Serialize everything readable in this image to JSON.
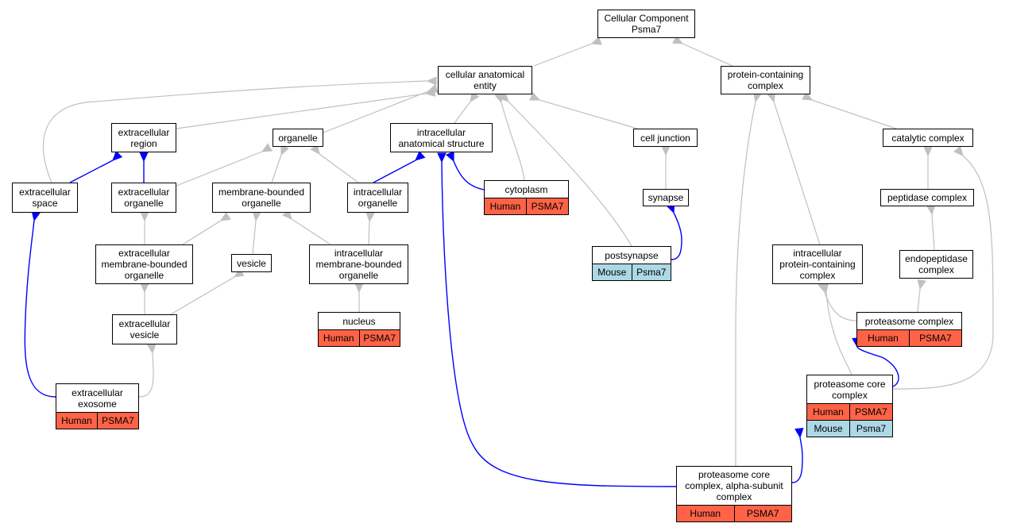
{
  "diagram": {
    "nodes": [
      {
        "id": "root",
        "label": "Cellular Component\nPsma7",
        "ann": []
      },
      {
        "id": "cae",
        "label": "cellular anatomical\nentity",
        "ann": []
      },
      {
        "id": "pcc",
        "label": "protein-containing\ncomplex",
        "ann": []
      },
      {
        "id": "er",
        "label": "extracellular\nregion",
        "ann": []
      },
      {
        "id": "org",
        "label": "organelle",
        "ann": []
      },
      {
        "id": "ias",
        "label": "intracellular\nanatomical structure",
        "ann": []
      },
      {
        "id": "cj",
        "label": "cell junction",
        "ann": []
      },
      {
        "id": "cc",
        "label": "catalytic complex",
        "ann": []
      },
      {
        "id": "es",
        "label": "extracellular\nspace",
        "ann": []
      },
      {
        "id": "eo",
        "label": "extracellular\norganelle",
        "ann": []
      },
      {
        "id": "mbo",
        "label": "membrane-bounded\norganelle",
        "ann": []
      },
      {
        "id": "io",
        "label": "intracellular\norganelle",
        "ann": []
      },
      {
        "id": "cyto",
        "label": "cytoplasm",
        "ann": [
          [
            "Human",
            "PSMA7"
          ]
        ]
      },
      {
        "id": "syn",
        "label": "synapse",
        "ann": []
      },
      {
        "id": "pepc",
        "label": "peptidase complex",
        "ann": []
      },
      {
        "id": "embo",
        "label": "extracellular\nmembrane-bounded\norganelle",
        "ann": []
      },
      {
        "id": "ves",
        "label": "vesicle",
        "ann": []
      },
      {
        "id": "imbo",
        "label": "intracellular\nmembrane-bounded\norganelle",
        "ann": []
      },
      {
        "id": "post",
        "label": "postsynapse",
        "ann": [
          [
            "Mouse",
            "Psma7"
          ]
        ]
      },
      {
        "id": "ipcc",
        "label": "intracellular\nprotein-containing\ncomplex",
        "ann": []
      },
      {
        "id": "endo",
        "label": "endopeptidase\ncomplex",
        "ann": []
      },
      {
        "id": "ev",
        "label": "extracellular\nvesicle",
        "ann": []
      },
      {
        "id": "nuc",
        "label": "nucleus",
        "ann": [
          [
            "Human",
            "PSMA7"
          ]
        ]
      },
      {
        "id": "prot",
        "label": "proteasome complex",
        "ann": [
          [
            "Human",
            "PSMA7"
          ]
        ]
      },
      {
        "id": "exo",
        "label": "extracellular\nexosome",
        "ann": [
          [
            "Human",
            "PSMA7"
          ]
        ]
      },
      {
        "id": "pcore",
        "label": "proteasome core\ncomplex",
        "ann": [
          [
            "Human",
            "PSMA7"
          ],
          [
            "Mouse",
            "Psma7"
          ]
        ]
      },
      {
        "id": "alpha",
        "label": "proteasome core\ncomplex, alpha-subunit\ncomplex",
        "ann": [
          [
            "Human",
            "PSMA7"
          ]
        ]
      }
    ],
    "edges": [
      {
        "from": "cae",
        "to": "root",
        "type": "is_a"
      },
      {
        "from": "pcc",
        "to": "root",
        "type": "is_a"
      },
      {
        "from": "er",
        "to": "cae",
        "type": "is_a"
      },
      {
        "from": "org",
        "to": "cae",
        "type": "is_a"
      },
      {
        "from": "ias",
        "to": "cae",
        "type": "is_a"
      },
      {
        "from": "cj",
        "to": "cae",
        "type": "is_a"
      },
      {
        "from": "es",
        "to": "cae",
        "type": "is_a"
      },
      {
        "from": "cyto",
        "to": "cae",
        "type": "is_a"
      },
      {
        "from": "post",
        "to": "cae",
        "type": "is_a"
      },
      {
        "from": "cc",
        "to": "pcc",
        "type": "is_a"
      },
      {
        "from": "ipcc",
        "to": "pcc",
        "type": "is_a"
      },
      {
        "from": "alpha",
        "to": "pcc",
        "type": "is_a"
      },
      {
        "from": "es",
        "to": "er",
        "type": "part_of"
      },
      {
        "from": "eo",
        "to": "er",
        "type": "part_of"
      },
      {
        "from": "eo",
        "to": "org",
        "type": "is_a"
      },
      {
        "from": "mbo",
        "to": "org",
        "type": "is_a"
      },
      {
        "from": "io",
        "to": "org",
        "type": "is_a"
      },
      {
        "from": "io",
        "to": "ias",
        "type": "part_of"
      },
      {
        "from": "cyto",
        "to": "ias",
        "type": "part_of"
      },
      {
        "from": "alpha",
        "to": "ias",
        "type": "part_of"
      },
      {
        "from": "syn",
        "to": "cj",
        "type": "is_a"
      },
      {
        "from": "post",
        "to": "syn",
        "type": "part_of"
      },
      {
        "from": "pepc",
        "to": "cc",
        "type": "is_a"
      },
      {
        "from": "pcore",
        "to": "cc",
        "type": "is_a"
      },
      {
        "from": "endo",
        "to": "pepc",
        "type": "is_a"
      },
      {
        "from": "embo",
        "to": "eo",
        "type": "is_a"
      },
      {
        "from": "embo",
        "to": "mbo",
        "type": "is_a"
      },
      {
        "from": "ves",
        "to": "mbo",
        "type": "is_a"
      },
      {
        "from": "imbo",
        "to": "mbo",
        "type": "is_a"
      },
      {
        "from": "imbo",
        "to": "io",
        "type": "is_a"
      },
      {
        "from": "ev",
        "to": "embo",
        "type": "is_a"
      },
      {
        "from": "ev",
        "to": "ves",
        "type": "is_a"
      },
      {
        "from": "nuc",
        "to": "imbo",
        "type": "is_a"
      },
      {
        "from": "exo",
        "to": "ev",
        "type": "is_a"
      },
      {
        "from": "exo",
        "to": "es",
        "type": "part_of"
      },
      {
        "from": "prot",
        "to": "endo",
        "type": "is_a"
      },
      {
        "from": "prot",
        "to": "ipcc",
        "type": "is_a"
      },
      {
        "from": "pcore",
        "to": "ipcc",
        "type": "is_a"
      },
      {
        "from": "pcore",
        "to": "prot",
        "type": "part_of"
      },
      {
        "from": "alpha",
        "to": "pcore",
        "type": "part_of"
      }
    ]
  },
  "colors": {
    "is_a_edge": "#c0c0c0",
    "part_of_edge": "#0000ff",
    "human_cell": "#ff6347",
    "mouse_cell": "#add8e6"
  }
}
